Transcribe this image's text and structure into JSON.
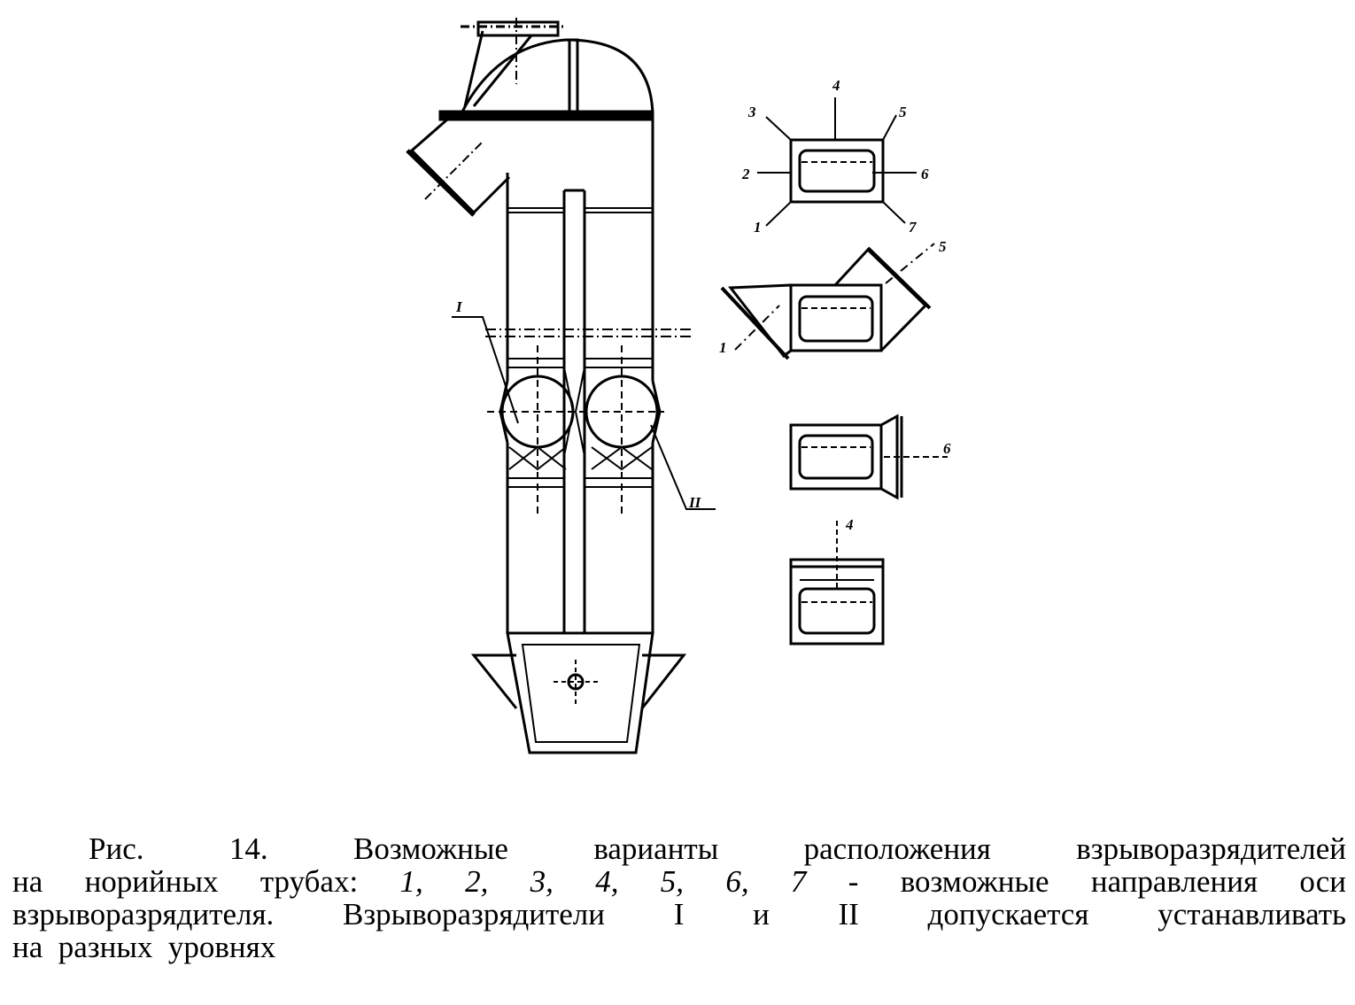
{
  "figure": {
    "labels": {
      "roman_1": "I",
      "roman_2": "II",
      "dir_1": "1",
      "dir_2": "2",
      "dir_3": "3",
      "dir_4": "4",
      "dir_5": "5",
      "dir_6": "6",
      "dir_7": "7"
    }
  },
  "caption": {
    "line1": "Рис. 14. Возможные варианты расположения взрыворазрядителей",
    "line2_a": "на норийных трубах: ",
    "line2_nums": "1, 2, 3, 4, 5, 6, 7",
    "line2_b": " - возможные направления оси",
    "line3": "взрыворазрядителя. Взрыворазрядители I и II допускается устанавливать",
    "line4": "на разных уровнях"
  }
}
